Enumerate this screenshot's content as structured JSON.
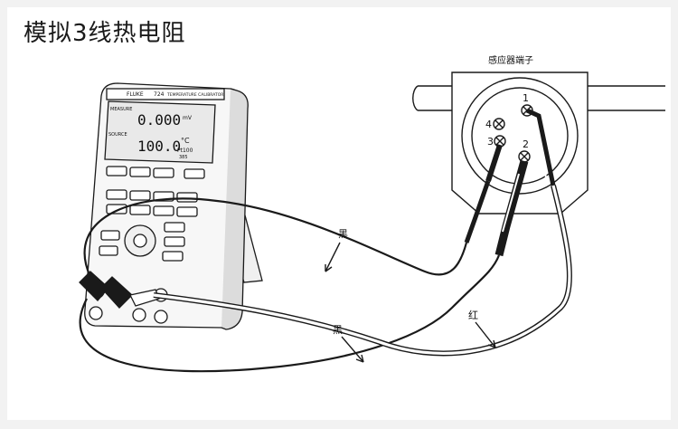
{
  "title": "模拟3线热电阻",
  "sensor": {
    "label": "感应器端子",
    "terminals": [
      "1",
      "2",
      "3",
      "4"
    ]
  },
  "wires": {
    "black_1": "黑",
    "black_2": "黑",
    "red": "红"
  },
  "meter": {
    "brand": "FLUKE",
    "model": "724",
    "model_desc": "TEMPERATURE CALIBRATOR",
    "measure_label": "MEASURE",
    "measure_value": "0.000",
    "measure_unit": "mV",
    "source_label": "SOURCE",
    "source_value": "100.0",
    "source_unit": "°C",
    "source_sub": "Pt100",
    "source_sub2": "385"
  },
  "colors": {
    "line": "#1a1a1a",
    "screen": "#e9e9e9",
    "body": "#f7f7f7"
  }
}
